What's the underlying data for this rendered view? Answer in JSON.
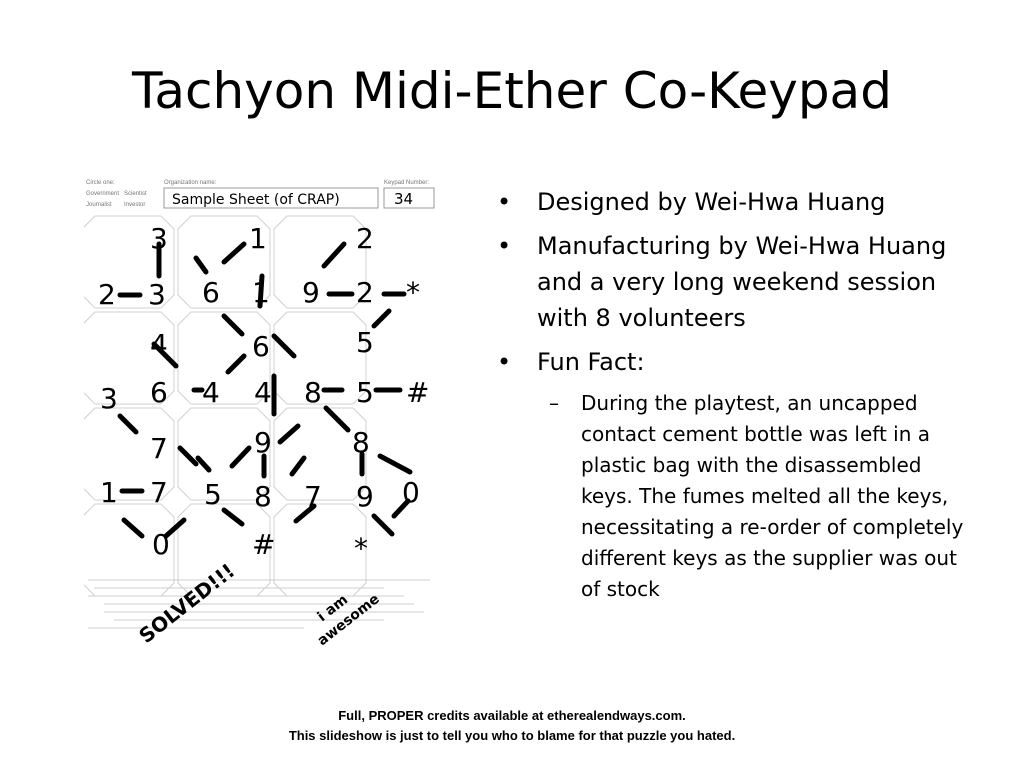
{
  "slide": {
    "title": "Tachyon Midi-Ether Co-Keypad",
    "bullets": [
      {
        "text": "Designed by Wei-Hwa Huang"
      },
      {
        "text": "Manufacturing by Wei-Hwa Huang and a very long weekend session with 8 volunteers"
      },
      {
        "text": "Fun Fact:"
      }
    ],
    "sub_bullets": [
      {
        "text": "During the playtest, an uncapped contact cement bottle was left in a plastic bag with the disassembled keys. The fumes melted all the keys, necessitating a re-order of completely different keys as the supplier was out of stock"
      }
    ],
    "footer": [
      "Full, PROPER credits available  at etherealendways.com.",
      "This slideshow is just to tell you who to blame for that puzzle you hated."
    ]
  },
  "puzzle_sheet": {
    "circle_one_label": "Circle one:",
    "options": [
      "Government",
      "Scientist",
      "Journalist",
      "Investor"
    ],
    "organization_label": "Organization name:",
    "organization_value": "Sample Sheet (of CRAP)",
    "keypad_label": "Keypad Number:",
    "keypad_value": "34",
    "keys": [
      "3",
      "1",
      "2",
      "2",
      "3",
      "6",
      "1",
      "9",
      "2",
      "*",
      "4",
      "6",
      "5",
      "3",
      "6",
      "4",
      "4",
      "8",
      "5",
      "#",
      "7",
      "9",
      "8",
      "1",
      "7",
      "5",
      "8",
      "7",
      "9",
      "0",
      "0",
      "#",
      "*"
    ],
    "stamp_solved": "SOLVED!!!",
    "stamp_awesome_1": "i am",
    "stamp_awesome_2": "awesome"
  }
}
